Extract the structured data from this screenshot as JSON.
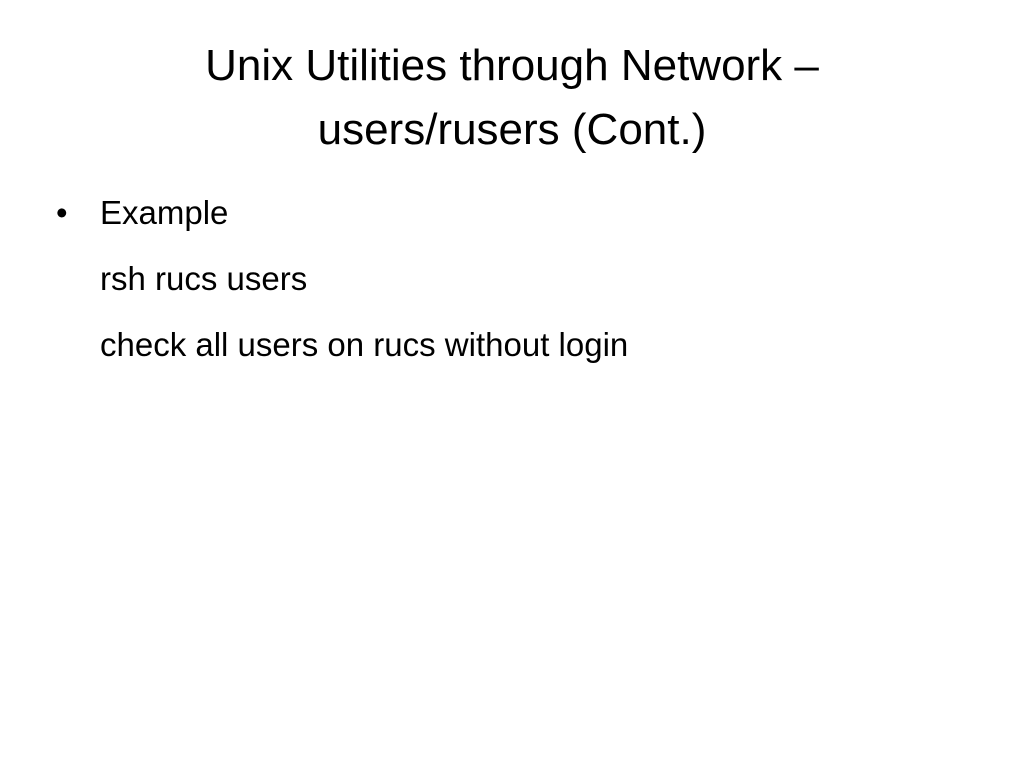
{
  "slide": {
    "title": "Unix Utilities through Network –\nusers/rusers (Cont.)",
    "bullet_marker": "•",
    "bullets": [
      {
        "label": "Example",
        "continuation_lines": [
          "rsh rucs users",
          "check all users on rucs without login"
        ]
      }
    ]
  }
}
